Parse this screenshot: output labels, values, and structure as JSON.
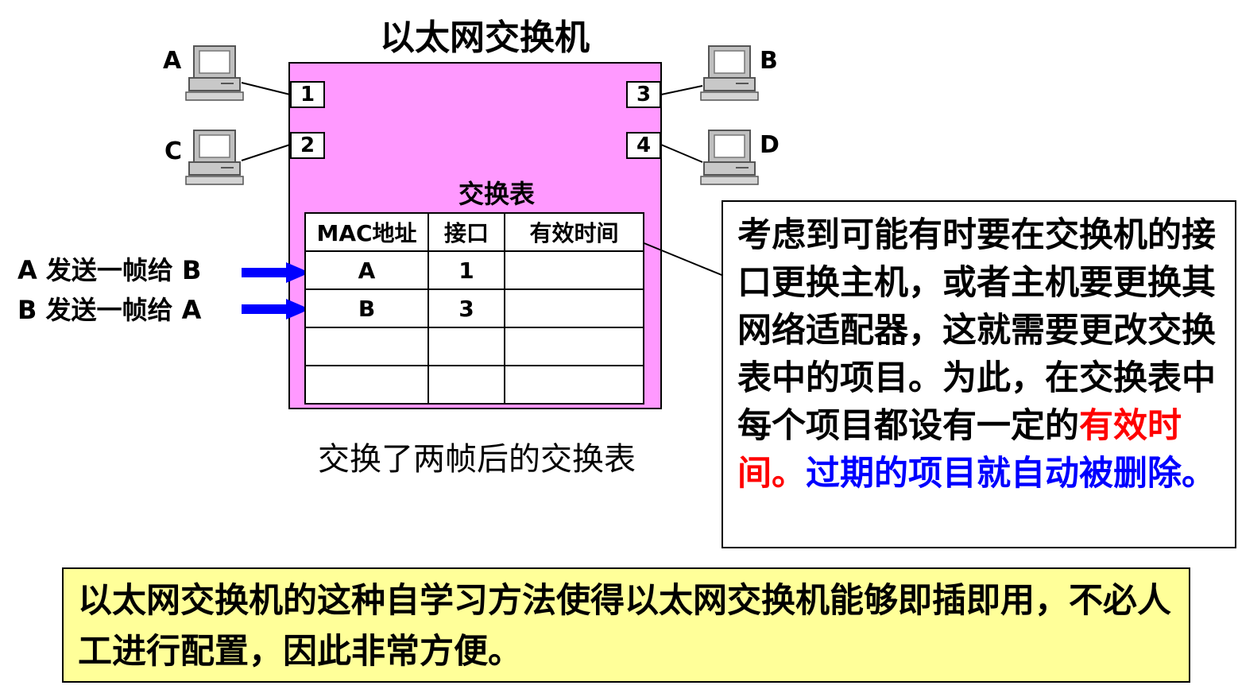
{
  "diagram": {
    "title": "以太网交换机",
    "ports": [
      "1",
      "2",
      "3",
      "4"
    ],
    "hosts": [
      "A",
      "B",
      "C",
      "D"
    ],
    "table_title": "交换表",
    "table": {
      "headers": [
        "MAC地址",
        "接口",
        "有效时间"
      ],
      "rows": [
        [
          "A",
          "1",
          ""
        ],
        [
          "B",
          "3",
          ""
        ],
        [
          "",
          "",
          ""
        ],
        [
          "",
          "",
          ""
        ]
      ]
    },
    "send_events": [
      "A 发送一帧给 B",
      "B 发送一帧给 A"
    ],
    "caption": "交换了两帧后的交换表"
  },
  "note": {
    "text_black": "考虑到可能有时要在交换机的接口更换主机，或者主机要更换其网络适配器，这就需要更改交换表中的项目。为此，在交换表中每个项目都设有一定的",
    "text_red": "有效时间。",
    "text_blue": "过期的项目就自动被删除。"
  },
  "summary": "以太网交换机的这种自学习方法使得以太网交换机能够即插即用，不必人工进行配置，因此非常方便。",
  "colors": {
    "switch_fill": "#ff99ff",
    "note_highlight": "#ff0000",
    "note_emphasis": "#0000ff",
    "summary_fill": "#ffff99",
    "arrow": "#0000ff"
  },
  "icons": [
    "computer-icon",
    "arrow-right-icon"
  ]
}
